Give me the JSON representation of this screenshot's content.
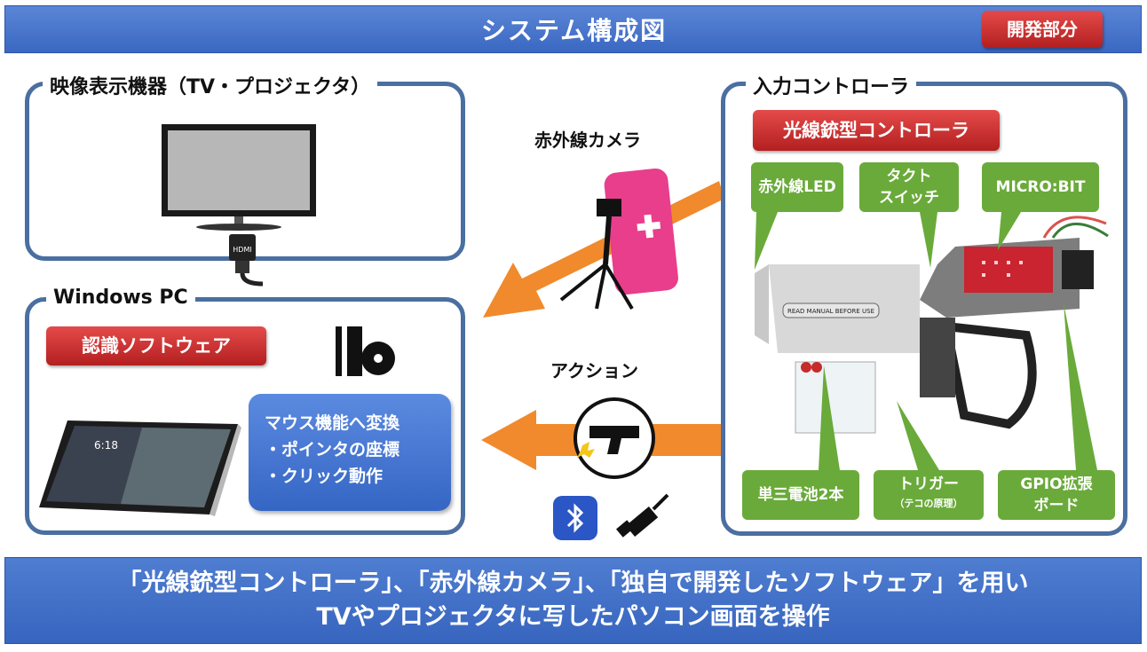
{
  "header": {
    "title": "システム構成図",
    "badge": "開発部分"
  },
  "display_panel": {
    "title": "映像表示機器（TV・プロジェクタ）",
    "cable_label": "HDMI"
  },
  "pc_panel": {
    "title": "Windows PC",
    "software_badge": "認識ソフトウェア",
    "conversion_title": "マウス機能へ変換",
    "conversion_items": [
      "・ポインタの座標",
      "・クリック動作"
    ],
    "tablet_time": "6:18"
  },
  "middle": {
    "camera_label": "赤外線カメラ",
    "action_label": "アクション"
  },
  "controller_panel": {
    "title": "入力コントローラ",
    "badge": "光線銃型コントローラ",
    "parts": {
      "ir_led": "赤外線LED",
      "tact_switch_line1": "タクト",
      "tact_switch_line2": "スイッチ",
      "microbit": "MICRO:BIT",
      "battery": "単三電池2本",
      "trigger": "トリガー",
      "trigger_note": "（テコの原理）",
      "gpio_line1": "GPIO拡張",
      "gpio_line2": "ボード"
    },
    "sticker_text": "READ MANUAL BEFORE USE"
  },
  "footer": {
    "line1": "「光線銃型コントローラ」、「赤外線カメラ」、「独自で開発したソフトウェア」を用い",
    "line2": "TVやプロジェクタに写したパソコン画面を操作"
  },
  "colors": {
    "header_blue": "#3a67c2",
    "panel_border": "#4a6fa0",
    "arrow_orange": "#f08a2c",
    "label_green": "#6aaa3a",
    "badge_red": "#c62a2a"
  },
  "icons": [
    "tv-icon",
    "hdmi-connector-icon",
    "software-disc-icon",
    "tablet-pc-icon",
    "wii-remote-camera-icon",
    "gun-action-icon",
    "bluetooth-icon",
    "usb-cable-icon",
    "light-gun-controller-icon"
  ]
}
